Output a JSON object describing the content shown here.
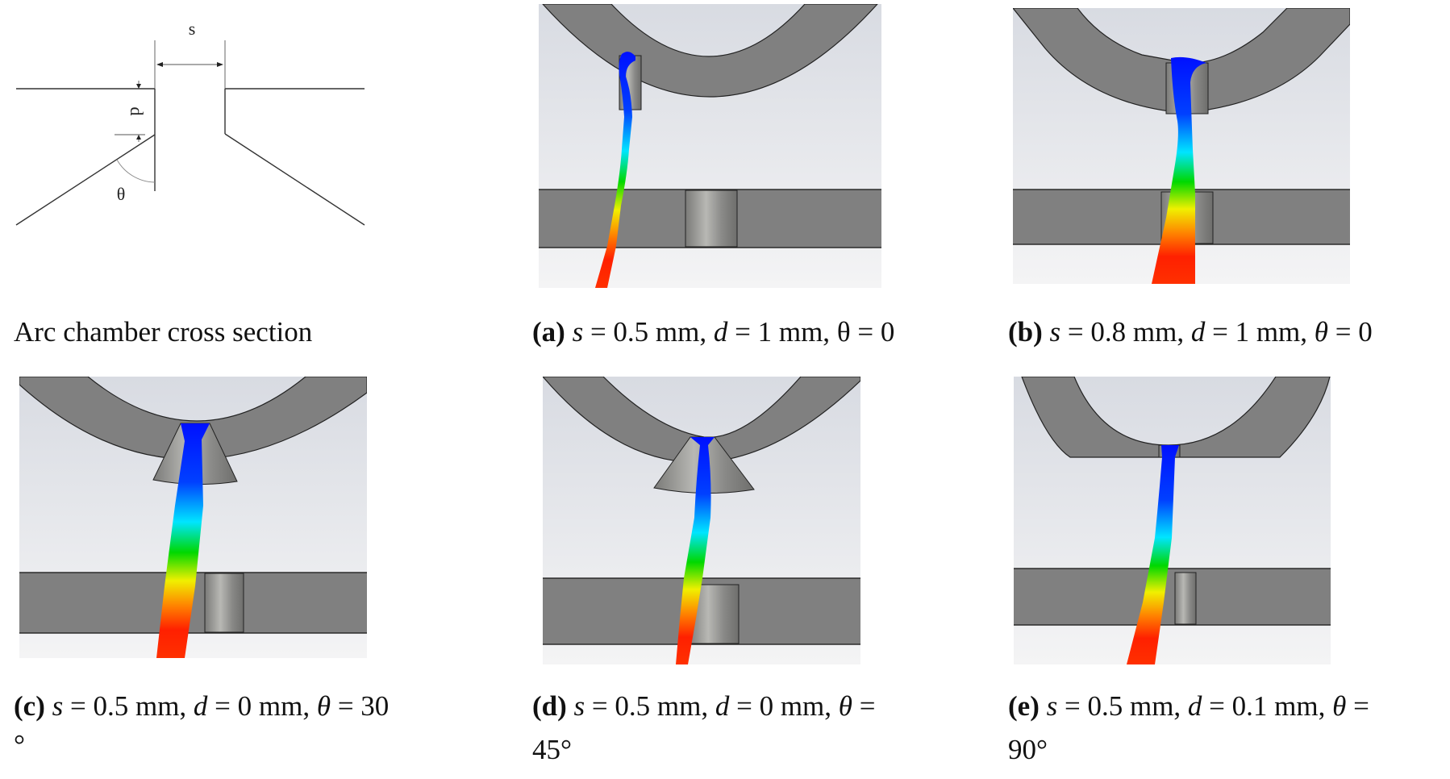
{
  "figure": {
    "diagram": {
      "title": "Arc chamber cross section",
      "labels": {
        "s": "s",
        "d": "d",
        "theta": "θ"
      }
    },
    "panels": [
      {
        "id": "a",
        "label": "(a)",
        "s_sym": "s",
        "s_val": " = 0.5 mm, ",
        "d_sym": "d",
        "d_val": " = 1 mm, ",
        "theta_sym": "θ",
        "theta_val": " = 0",
        "theta_italic": false,
        "line2": ""
      },
      {
        "id": "b",
        "label": "(b)",
        "s_sym": "s",
        "s_val": " = 0.8 mm, ",
        "d_sym": "d",
        "d_val": " = 1 mm, ",
        "theta_sym": "θ",
        "theta_val": " = 0",
        "theta_italic": true,
        "line2": ""
      },
      {
        "id": "c",
        "label": "(c)",
        "s_sym": "s",
        "s_val": " = 0.5 mm, ",
        "d_sym": "d",
        "d_val": " = 0 mm, ",
        "theta_sym": "θ",
        "theta_val": " = 30",
        "theta_italic": true,
        "line2": "°"
      },
      {
        "id": "d",
        "label": "(d)",
        "s_sym": "s",
        "s_val": " = 0.5 mm, ",
        "d_sym": "d",
        "d_val": " = 0 mm, ",
        "theta_sym": "θ",
        "theta_val": " =",
        "theta_italic": true,
        "line2": "45°"
      },
      {
        "id": "e",
        "label": "(e)",
        "s_sym": "s",
        "s_val": " = 0.5 mm, ",
        "d_sym": "d",
        "d_val": " = 0.1 mm, ",
        "theta_sym": "θ",
        "theta_val": " =",
        "theta_italic": true,
        "line2": "90°"
      }
    ],
    "colors": {
      "solid_gray": "#808080",
      "background_gray": "#dfe1e6",
      "edge": "#222222",
      "jet_colormap": [
        "#0010ff",
        "#0050ff",
        "#00e5ff",
        "#00e000",
        "#f0f000",
        "#ff8000",
        "#ff2000"
      ]
    }
  }
}
